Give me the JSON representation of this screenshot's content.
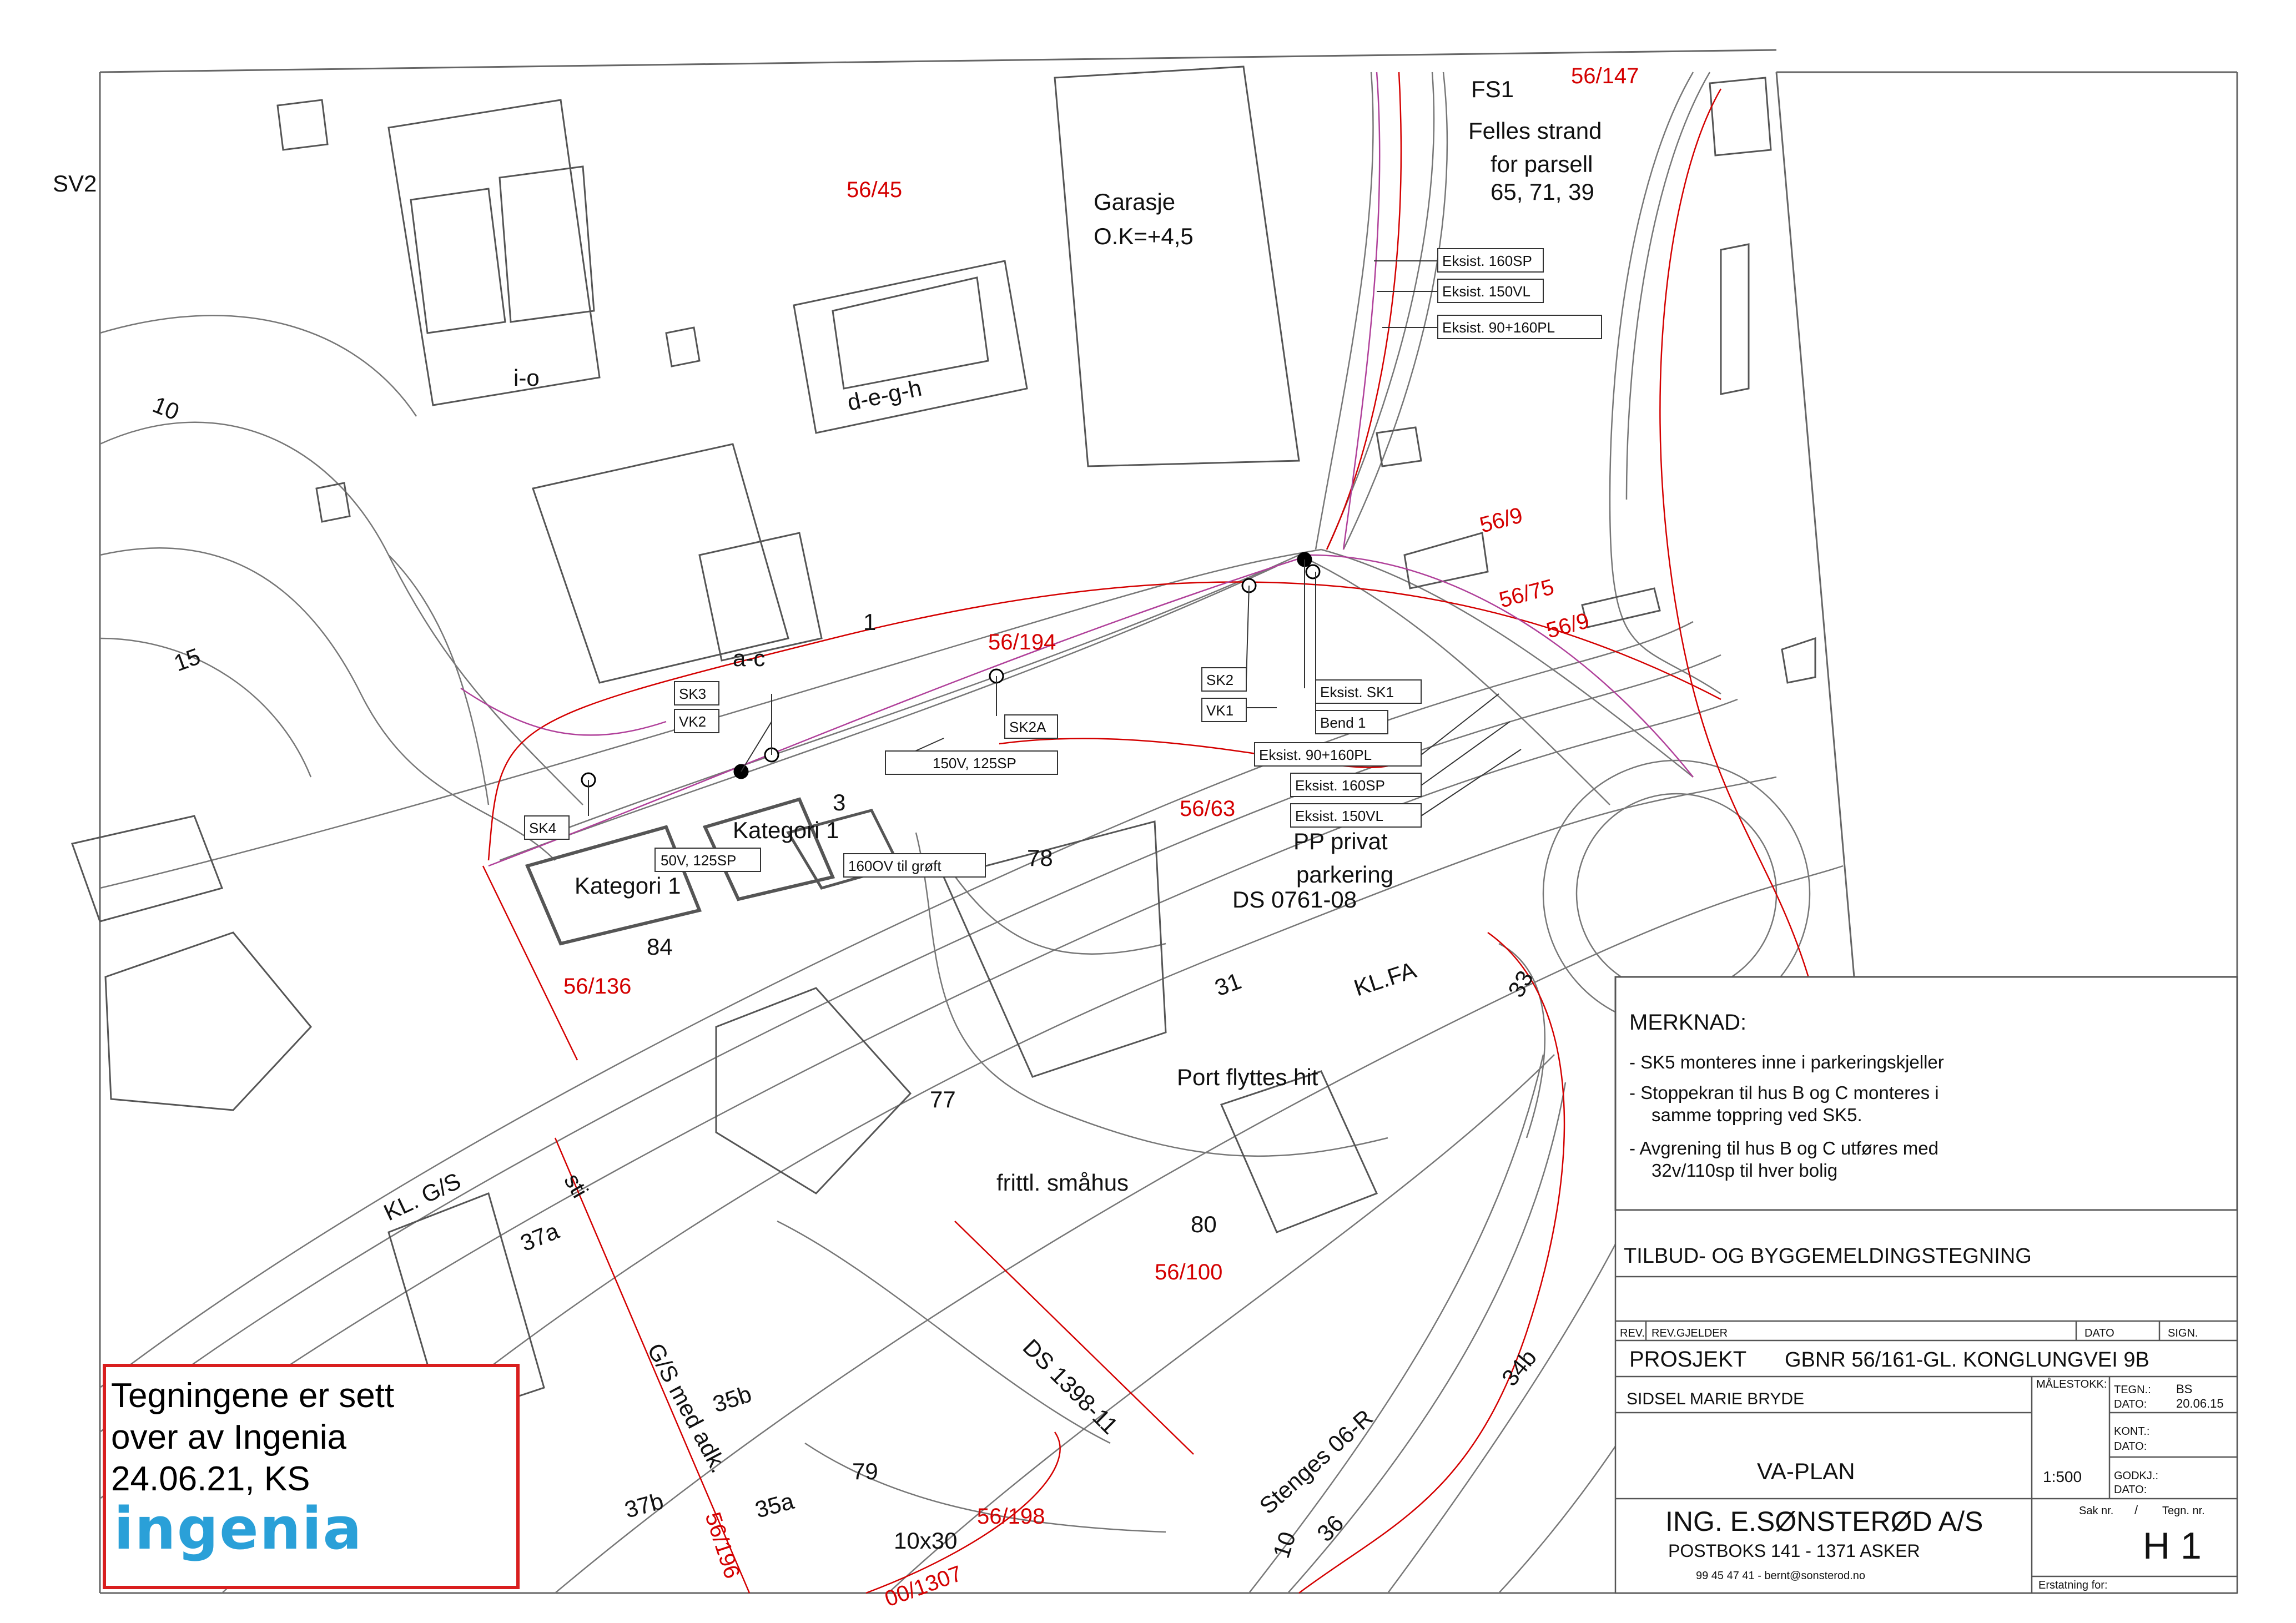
{
  "parcels": [
    {
      "id": "p56_147",
      "text": "56/147"
    },
    {
      "id": "p56_45",
      "text": "56/45"
    },
    {
      "id": "p56_9a",
      "text": "56/9"
    },
    {
      "id": "p56_75",
      "text": "56/75"
    },
    {
      "id": "p56_9b",
      "text": "56/9"
    },
    {
      "id": "p56_194",
      "text": "56/194"
    },
    {
      "id": "p56_63",
      "text": "56/63"
    },
    {
      "id": "p56_136",
      "text": "56/136"
    },
    {
      "id": "p56_100",
      "text": "56/100"
    },
    {
      "id": "p56_198",
      "text": "56/198"
    },
    {
      "id": "p56_196",
      "text": "56/196"
    },
    {
      "id": "p00_1307",
      "text": "00/1307"
    }
  ],
  "labels": {
    "sv2": "SV2",
    "fs1": "FS1",
    "felles1": "Felles strand",
    "felles2": "for parsell",
    "felles3": "65, 71, 39",
    "garasje": "Garasje",
    "ok": "O.K=+4,5",
    "io": "i-o",
    "degh": "d-e-g-h",
    "ten": "10",
    "fifteen": "15",
    "ac": "a-c",
    "one": "1",
    "three": "3",
    "kat1a": "Kategori 1",
    "kat1b": "Kategori 1",
    "seventyeight": "78",
    "pp1": "PP privat",
    "pp2": "parkering",
    "ds0761": "DS 0761-08",
    "eightyfour": "84",
    "thirtyone": "31",
    "klfa": "KL.FA",
    "thirtythree": "33",
    "port": "Port flyttes hit",
    "seventyseven": "77",
    "frittl": "frittl. småhus",
    "eighty": "80",
    "klgs": "KL. G/S",
    "sti": "sti",
    "thirtysevena": "37a",
    "gs": "G/S med adk.",
    "ds1398": "DS 1398-11",
    "thirtyfiveb": "35b",
    "seventynine": "79",
    "thirtysevenb": "37b",
    "thirtyfivea": "35a",
    "tenx30": "10x30",
    "stenges": "Stenges 06-R",
    "ten2": "10",
    "thirtysix": "36",
    "thirtyfourb": "34b"
  },
  "pipe_labels": {
    "eks160sp_top": "Eksist. 160SP",
    "eks150vl_top": "Eksist. 150VL",
    "eks90_top": "Eksist. 90+160PL",
    "sk3": "SK3",
    "vk2": "VK2",
    "sk2a": "SK2A",
    "sk2": "SK2",
    "vk1": "VK1",
    "eks_sk1": "Eksist. SK1",
    "bend1": "Bend 1",
    "eks90_mid": "Eksist. 90+160PL",
    "eks160sp_mid": "Eksist. 160SP",
    "eks150vl_mid": "Eksist. 150VL",
    "l150v": "150V, 125SP",
    "sk4": "SK4",
    "l50v": "50V, 125SP",
    "l160ov": "160OV til grøft"
  },
  "notes": {
    "title": "MERKNAD:",
    "n1": "- SK5 monteres inne i parkeringskjeller",
    "n2a": "- Stoppekran til hus B og C monteres i",
    "n2b": "samme toppring ved SK5.",
    "n3a": "- Avgrening til hus B og C utføres med",
    "n3b": "32v/110sp til hver bolig"
  },
  "title_block": {
    "tilbud": "TILBUD- OG BYGGEMELDINGSTEGNING",
    "rev": "REV.",
    "revgjelder": "REV.GJELDER",
    "dato": "DATO",
    "sign": "SIGN.",
    "prosjekt": "PROSJEKT",
    "prosjekt_val": "GBNR 56/161-GL. KONGLUNGVEI 9B",
    "client": "SIDSEL MARIE BRYDE",
    "malestokk": "MÅLESTOKK:",
    "tegn": "TEGN.:",
    "tegn_val": "BS",
    "dato1": "DATO:",
    "dato1_val": "20.06.15",
    "kont": "KONT.:",
    "dato2": "DATO:",
    "godkj": "GODKJ.:",
    "dato3": "DATO:",
    "drawing": "VA-PLAN",
    "scale": "1:500",
    "company": "ING. E.SØNSTERØD A/S",
    "address": "POSTBOKS 141 - 1371 ASKER",
    "phone": "99 45 47 41 - bernt@sonsterod.no",
    "saknr": "Sak nr.",
    "slash": "/",
    "tegnnr": "Tegn. nr.",
    "sheet": "H 1",
    "erstatning": "Erstatning for:"
  },
  "stamp": {
    "line1": "Tegningene er sett",
    "line2": "over av Ingenia",
    "line3": "24.06.21, KS",
    "logo": "ingenia"
  },
  "colors": {
    "red": "#d40000",
    "magenta": "#b0409a",
    "stamp_border": "#d91e1e",
    "logo": "#2aa0d8"
  }
}
